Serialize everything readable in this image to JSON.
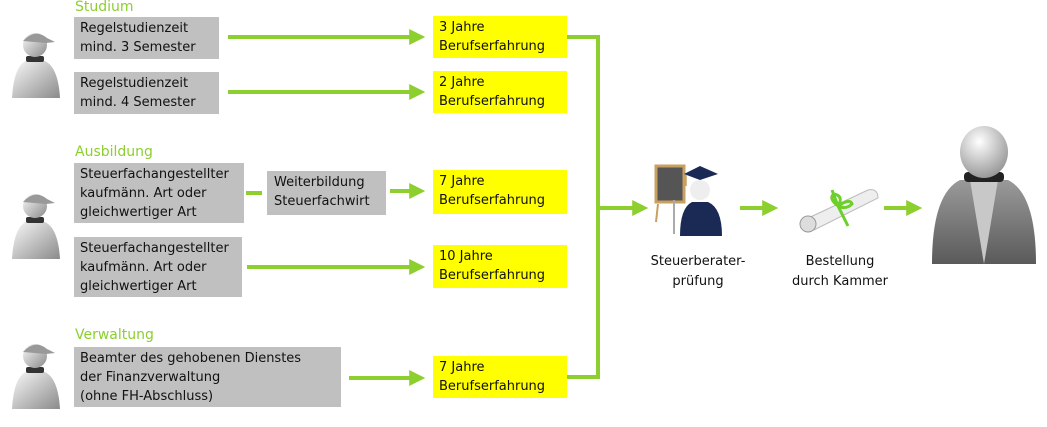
{
  "sections": {
    "studium": "Studium",
    "ausbildung": "Ausbildung",
    "verwaltung": "Verwaltung"
  },
  "requirements": [
    {
      "text": "Regelstudienzeit\nmind. 3 Semester",
      "experience": "3 Jahre\nBerufserfahrung"
    },
    {
      "text": "Regelstudienzeit\nmind. 4 Semester",
      "experience": "2 Jahre\nBerufserfahrung"
    },
    {
      "text": "Steuerfachangestellter\nkaufmänn. Art oder\ngleichwertiger Art",
      "intermediate": "Weiterbildung\nSteuerfachwirt",
      "experience": "7 Jahre\nBerufserfahrung"
    },
    {
      "text": "Steuerfachangestellter\nkaufmänn. Art oder\ngleichwertiger Art",
      "experience": "10 Jahre\nBerufserfahrung"
    },
    {
      "text": "Beamter des gehobenen Dienstes\nder Finanzverwaltung\n(ohne FH-Abschluss)",
      "experience": "7 Jahre\nBerufserfahrung"
    }
  ],
  "steps": {
    "exam": "Steuerberater-\nprüfung",
    "appointment": "Bestellung\ndurch Kammer"
  },
  "colors": {
    "accent": "#8ccf2e",
    "box": "#c0c0c0",
    "highlight": "#ffff00"
  }
}
